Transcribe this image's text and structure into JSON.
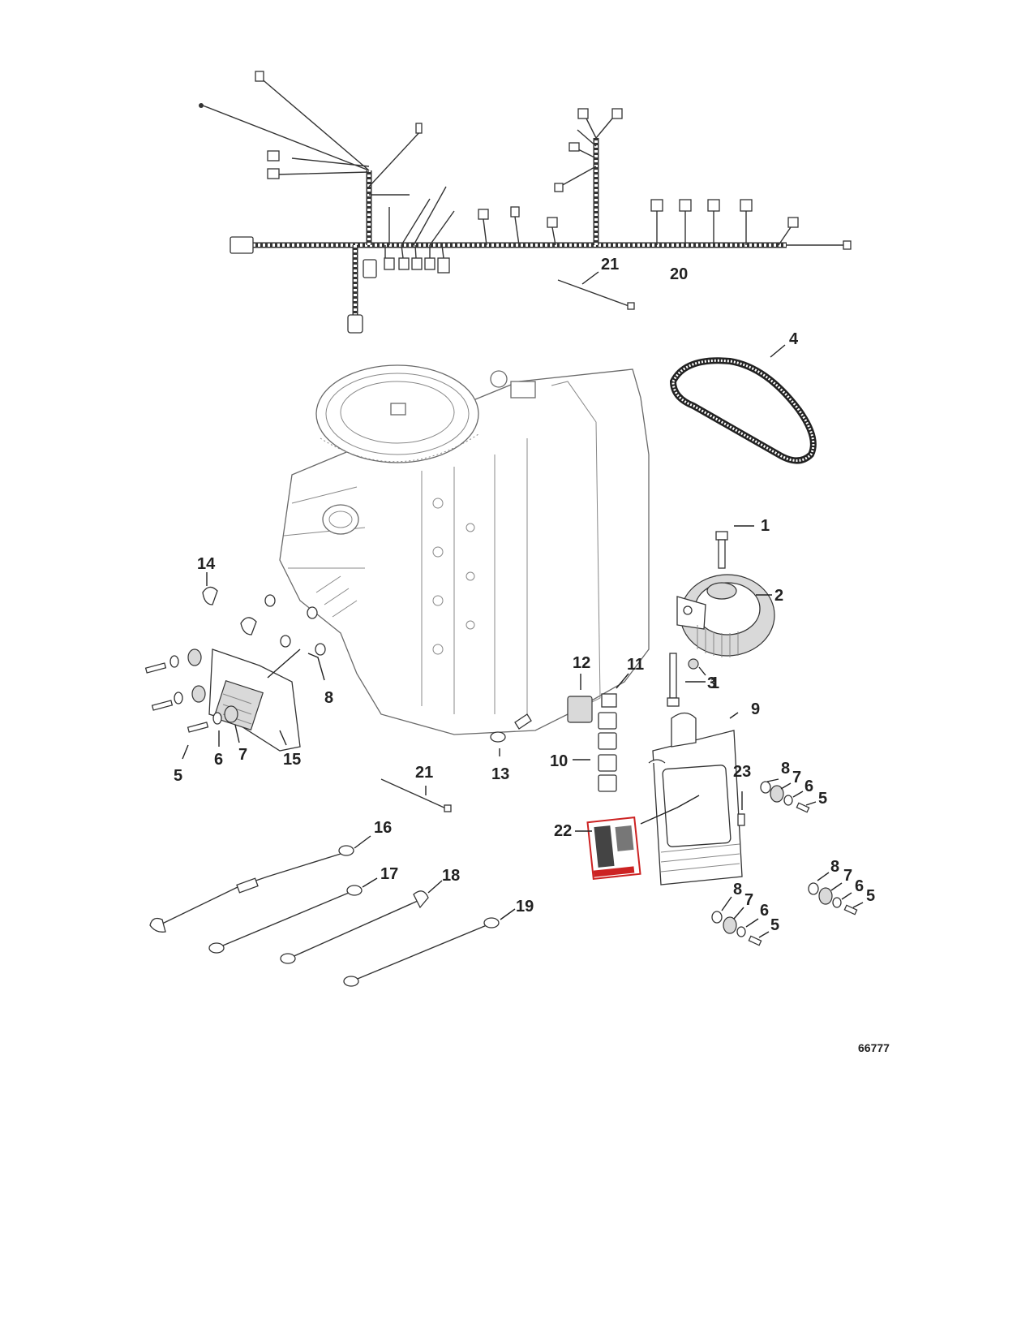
{
  "figure_number": "66777",
  "callouts": {
    "c1a": "1",
    "c1b": "1",
    "c2": "2",
    "c3": "3",
    "c4": "4",
    "c5a": "5",
    "c5b": "5",
    "c5c": "5",
    "c5d": "5",
    "c6a": "6",
    "c6b": "6",
    "c6c": "6",
    "c6d": "6",
    "c7a": "7",
    "c7b": "7",
    "c7c": "7",
    "c7d": "7",
    "c8a": "8",
    "c8b": "8",
    "c8c": "8",
    "c8d": "8",
    "c9": "9",
    "c10": "10",
    "c11": "11",
    "c12": "12",
    "c13": "13",
    "c14": "14",
    "c15": "15",
    "c16": "16",
    "c17": "17",
    "c18": "18",
    "c19": "19",
    "c20": "20",
    "c21a": "21",
    "c21b": "21",
    "c22": "22",
    "c23": "23"
  },
  "colors": {
    "line": "#222222",
    "decal_accent": "#cc2222"
  }
}
